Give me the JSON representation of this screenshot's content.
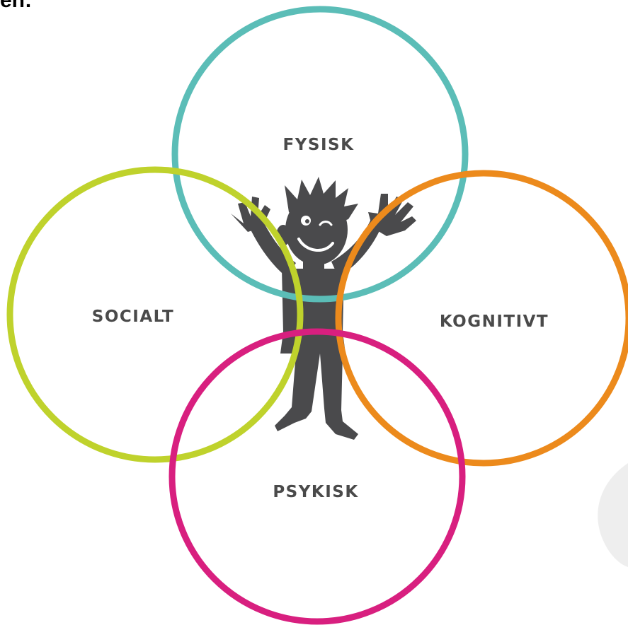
{
  "caption": {
    "text": "en:"
  },
  "diagram": {
    "circles": [
      {
        "key": "fysisk",
        "label": "FYSISK",
        "color": "#5bbdb7"
      },
      {
        "key": "socialt",
        "label": "SOCIALT",
        "color": "#bfd22c"
      },
      {
        "key": "kognitivt",
        "label": "KOGNITIVT",
        "color": "#ec8a1c"
      },
      {
        "key": "psykisk",
        "label": "PSYKISK",
        "color": "#d81f7f"
      }
    ],
    "figure": {
      "icon": "child-figure-icon",
      "color": "#4a4a4c"
    },
    "background_shape_color": "#eeeeee"
  }
}
